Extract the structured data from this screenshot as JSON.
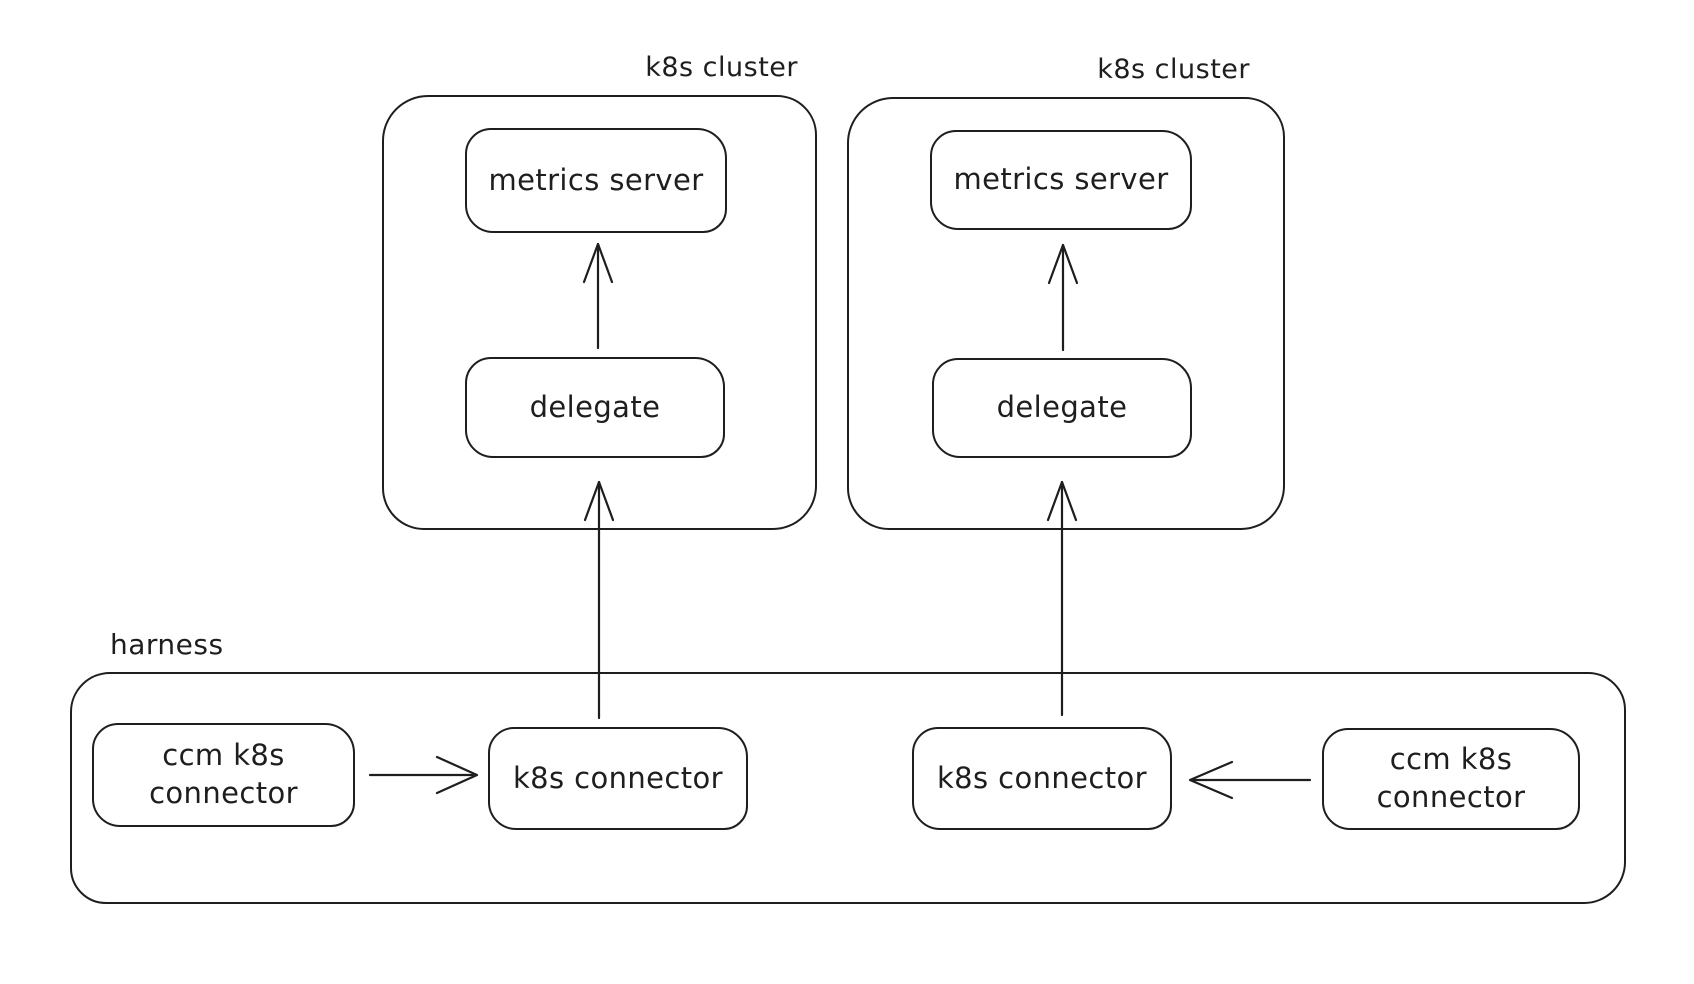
{
  "diagram": {
    "background_color": "#ffffff",
    "stroke_color": "#1e1e1e",
    "clusters": [
      {
        "label": "k8s cluster",
        "metrics_server": "metrics server",
        "delegate": "delegate"
      },
      {
        "label": "k8s cluster",
        "metrics_server": "metrics server",
        "delegate": "delegate"
      }
    ],
    "harness": {
      "label": "harness",
      "nodes": [
        {
          "label": "ccm k8s connector"
        },
        {
          "label": "k8s connector"
        },
        {
          "label": "k8s connector"
        },
        {
          "label": "ccm k8s connector"
        }
      ]
    },
    "edges": [
      {
        "from": "delegate (left cluster)",
        "to": "metrics server (left cluster)",
        "direction": "up"
      },
      {
        "from": "delegate (right cluster)",
        "to": "metrics server (right cluster)",
        "direction": "up"
      },
      {
        "from": "k8s connector (harness left)",
        "to": "delegate (left cluster)",
        "direction": "up"
      },
      {
        "from": "k8s connector (harness right)",
        "to": "delegate (right cluster)",
        "direction": "up"
      },
      {
        "from": "ccm k8s connector (harness left)",
        "to": "k8s connector (harness left)",
        "direction": "right"
      },
      {
        "from": "ccm k8s connector (harness right)",
        "to": "k8s connector (harness right)",
        "direction": "left"
      }
    ]
  }
}
